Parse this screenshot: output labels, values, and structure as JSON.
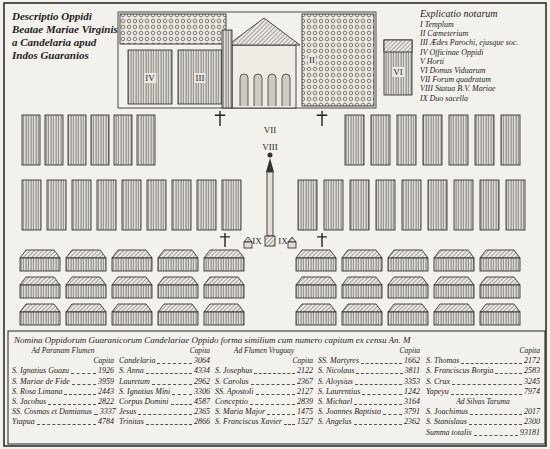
{
  "diagram": {
    "title": "Descriptio Oppidi Beatae Mariae Virginis a Candelaria apud Indos Guaranios",
    "labels": [
      "Explicatio notarum",
      "I Templum",
      "II Cœmeterium",
      "III Ædes Parochi, ejusque soc.",
      "IV Officinae Oppidi",
      "V Horti",
      "VI Domus Viduarum",
      "VII Forum quadratum",
      "VIII Statua B.V. Mariae",
      "IX Duo sacella",
      "IV",
      "III",
      "II",
      "VI",
      "VII",
      "VIII",
      "IX",
      "IX",
      "Nomina Oppidorum Guaranicorum Candelariae Oppido forma similium cum numero capitum ex censu An. M",
      "Ad Paranam Flumen",
      "Capita",
      "S. Ignatius Guazu",
      "1926",
      "S. Mariae de Fide",
      "3959",
      "S. Rosa Limana",
      "2443",
      "S. Jacobus",
      "2822",
      "SS. Cosmas et Damianus",
      "3337",
      "Ytapua",
      "4784",
      "Capita",
      "Candelaria",
      "3064",
      "S. Anna",
      "4334",
      "Lauretum",
      "2962",
      "S. Ignatius Mini",
      "3306",
      "Corpus Domini",
      "4587",
      "Jesus",
      "2365",
      "Trinitas",
      "2866",
      "Ad Flumen Vruguay",
      "Capita",
      "S. Josephus",
      "2122",
      "S. Carolus",
      "2367",
      "SS. Apostoli",
      "2127",
      "Conceptio",
      "2839",
      "S. Maria Major",
      "1475",
      "S. Franciscus Xavier",
      "1527",
      "Capita",
      "SS. Martyres",
      "1662",
      "S. Nicolaus",
      "3811",
      "S. Aloysius",
      "3353",
      "S. Laurentius",
      "1242",
      "S. Michael",
      "3164",
      "S. Joannes Baptista",
      "3791",
      "S. Angelus",
      "2362",
      "Capita",
      "S. Thomas",
      "2172",
      "S. Franciscus Borgia",
      "2583",
      "S. Crux",
      "3245",
      "Yapeyu",
      "7974",
      "Ad Silvas Taruma",
      "S. Joachimus",
      "2017",
      "S. Stanislaus",
      "2300",
      "Summa totalis",
      "93181"
    ]
  }
}
